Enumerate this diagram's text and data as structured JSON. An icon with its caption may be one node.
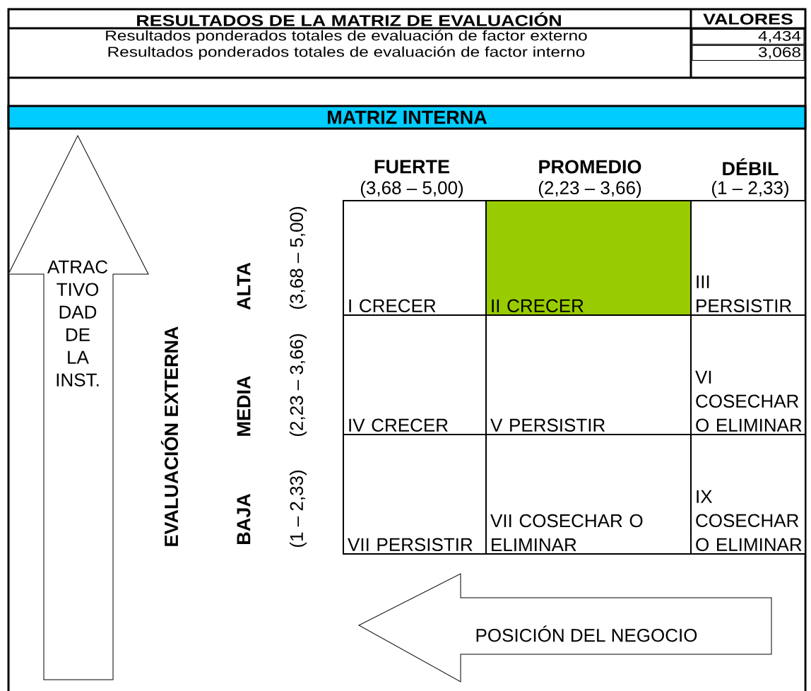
{
  "diagram": {
    "nodes": [
      {
        "text": [
          "ATRAC TIVO DAD DE LA INST."
        ]
      },
      {
        "text": [
          "I CRECER"
        ]
      },
      {
        "text": [
          "II CRECER"
        ]
      },
      {
        "text": [
          "III PERSISTIR"
        ]
      },
      {
        "text": [
          "IV CRECER"
        ]
      },
      {
        "text": [
          "V PERSISTIR"
        ]
      },
      {
        "text": [
          "VI COSECHAR O ELIMINAR"
        ]
      },
      {
        "text": [
          "VII PERSISTIR"
        ]
      },
      {
        "text": [
          "VII COSECHAR O ELIMINAR"
        ]
      },
      {
        "text": [
          "IX COSECHAR O ELIMINAR"
        ]
      },
      {
        "text": [
          "POSICIÓN DEL NEGOCIO"
        ]
      }
    ],
    "labels": [
      "RESULTADOS DE LA MATRIZ DE EVALUACIÓN",
      "VALORES",
      "Resultados ponderados totales de evaluación de factor externo",
      "4,434",
      "Resultados ponderados totales de evaluación de factor interno",
      "3,068",
      "MATRIZ INTERNA",
      "FUERTE",
      "(3,68 – 5,00)",
      "PROMEDIO",
      "(2,23 – 3,66)",
      "DÉBIL",
      "(1 – 2,33)",
      "EVALUACIÓN EXTERNA",
      "ALTA",
      "(3,68 – 5,00)",
      "MEDIA",
      "(2,23 – 3,66)",
      "BAJA",
      "(1 – 2,33)"
    ]
  }
}
